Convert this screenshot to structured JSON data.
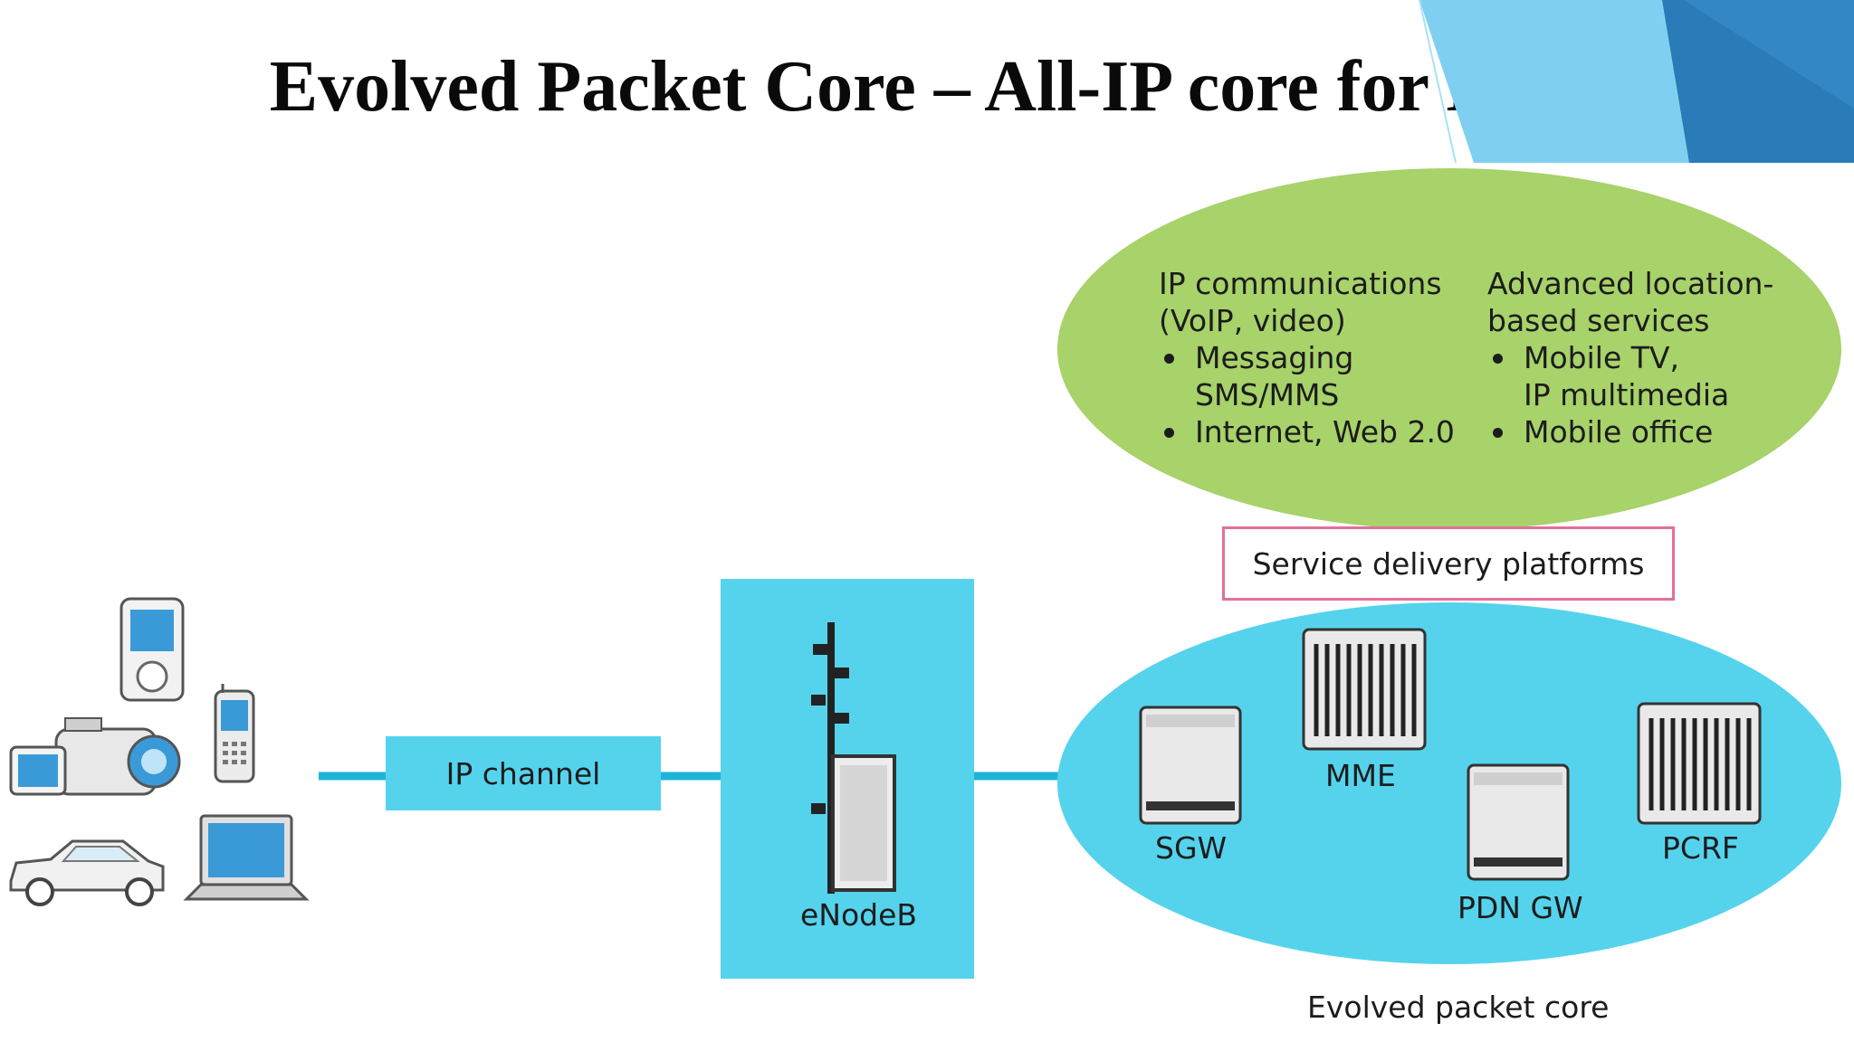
{
  "slide": {
    "title": "Evolved Packet Core – All-IP core for LTE"
  },
  "colors": {
    "services_ellipse": "#a8d26a",
    "epc_ellipse": "#55d3ed",
    "link": "#1fb3d9",
    "sdp_border": "#e36f9a",
    "deco_dark": "#2a7cb8",
    "deco_light": "#7fd0f0"
  },
  "services": {
    "left": {
      "heading": "IP communications\n(VoIP, video)",
      "items": [
        "Messaging\nSMS/MMS",
        "Internet, Web 2.0"
      ]
    },
    "right": {
      "heading": "Advanced location-\nbased services",
      "items": [
        "Mobile TV,\nIP multimedia",
        "Mobile office"
      ]
    }
  },
  "service_delivery_label": "Service delivery platforms",
  "ip_channel_label": "IP channel",
  "enodeb_label": "eNodeB",
  "epc": {
    "nodes": {
      "sgw": "SGW",
      "mme": "MME",
      "pdn_gw": "PDN GW",
      "pcrf": "PCRF"
    },
    "caption": "Evolved packet core"
  },
  "devices": [
    {
      "icon": "media-player-icon"
    },
    {
      "icon": "mobile-phone-icon"
    },
    {
      "icon": "camcorder-icon"
    },
    {
      "icon": "car-icon"
    },
    {
      "icon": "laptop-icon"
    }
  ]
}
